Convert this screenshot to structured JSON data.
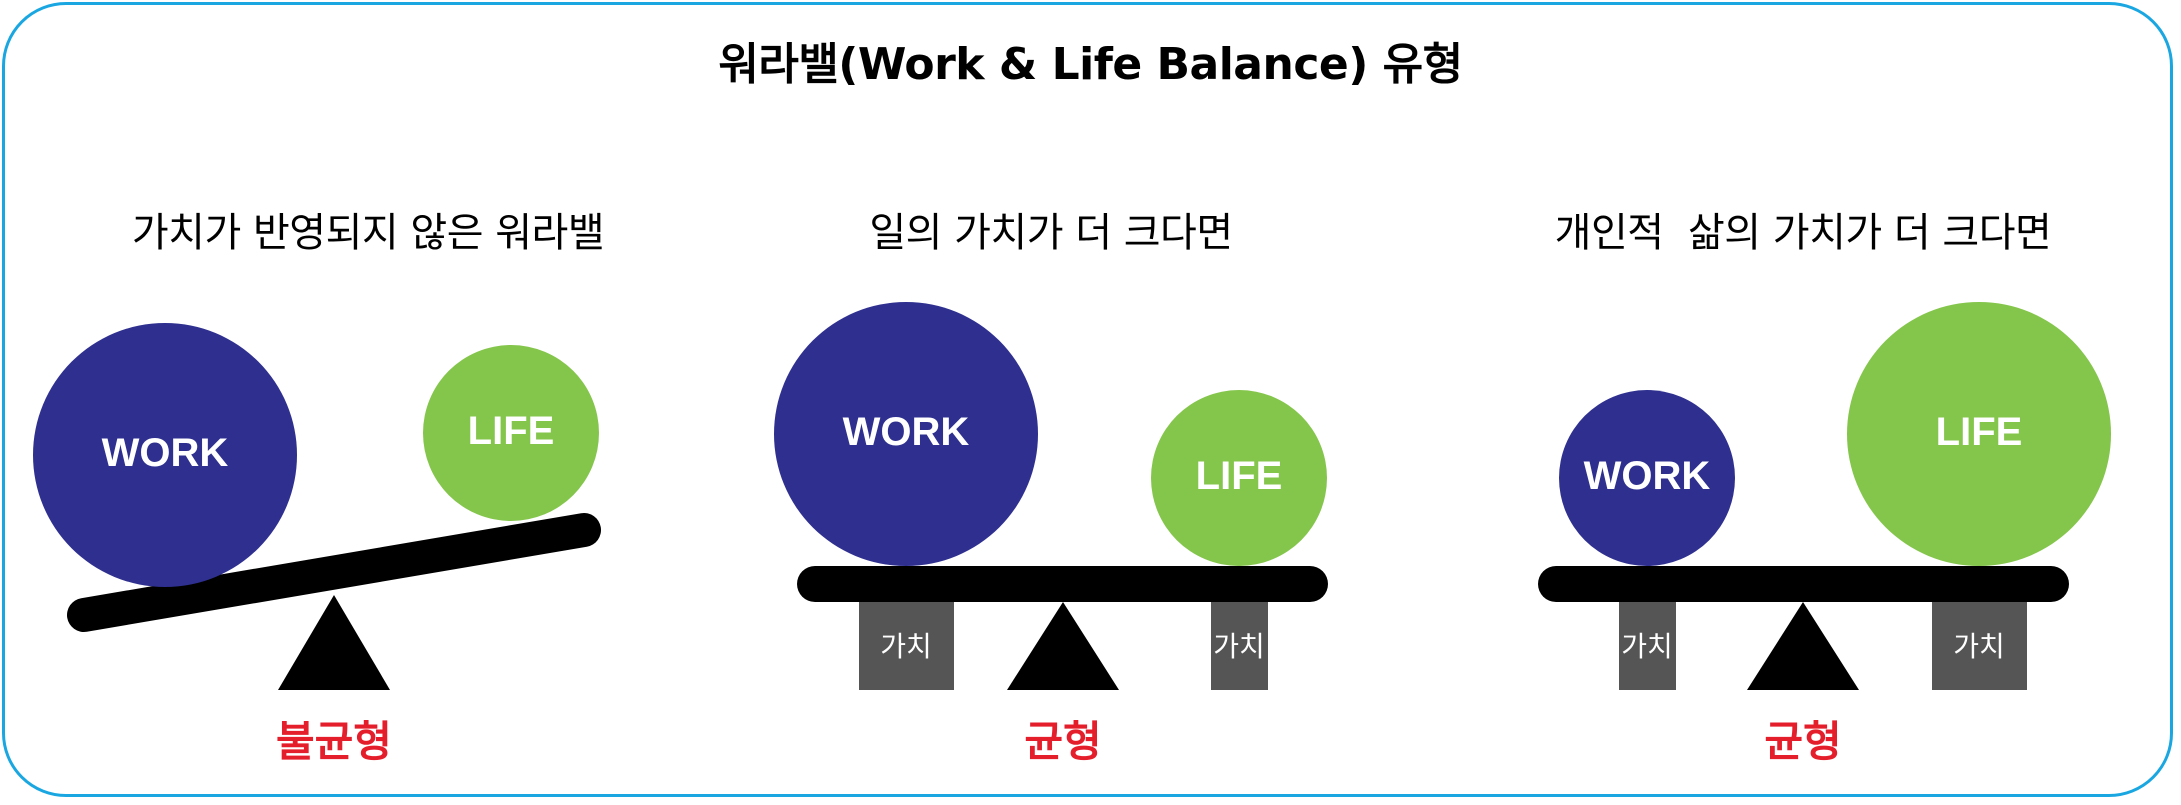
{
  "title": "워라밸(Work & Life Balance) 유형",
  "colors": {
    "frame": "#1AA7E1",
    "work": "#2E2F8F",
    "life": "#84C54B",
    "beam": "#000000",
    "weight": "#555555",
    "verdict": "#E41E2B"
  },
  "panels": [
    {
      "title": "가치가 반영되지 않은 워라밸",
      "work_label": "WORK",
      "life_label": "LIFE",
      "verdict": "불균형"
    },
    {
      "title": "일의 가치가 더 크다면",
      "work_label": "WORK",
      "life_label": "LIFE",
      "weight_left": "가치",
      "weight_right": "가치",
      "verdict": "균형"
    },
    {
      "title": "개인적  삶의 가치가 더 크다면",
      "work_label": "WORK",
      "life_label": "LIFE",
      "weight_left": "가치",
      "weight_right": "가치",
      "verdict": "균형"
    }
  ]
}
